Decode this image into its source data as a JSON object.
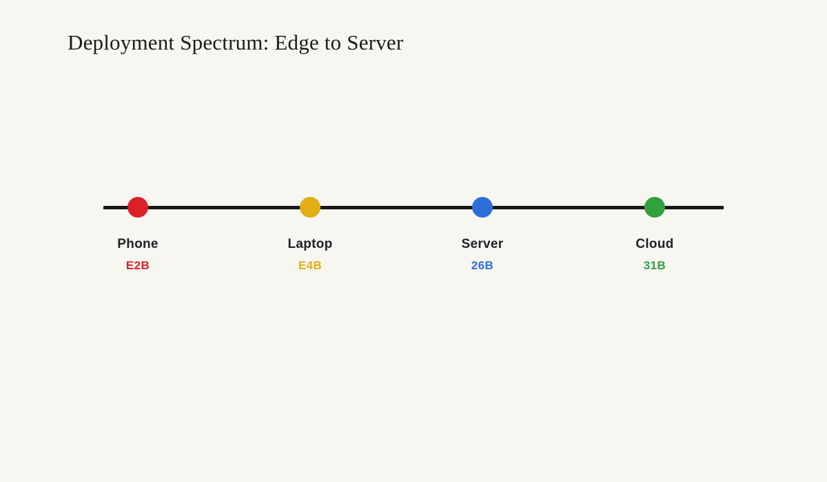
{
  "title": "Deployment Spectrum: Edge to Server",
  "spectrum": {
    "line_color": "#161616",
    "stations": [
      {
        "name": "Phone",
        "value": "E2B",
        "color": "#da2127"
      },
      {
        "name": "Laptop",
        "value": "E4B",
        "color": "#e3ad15"
      },
      {
        "name": "Server",
        "value": "26B",
        "color": "#2d6fd9"
      },
      {
        "name": "Cloud",
        "value": "31B",
        "color": "#31a03d"
      }
    ]
  }
}
